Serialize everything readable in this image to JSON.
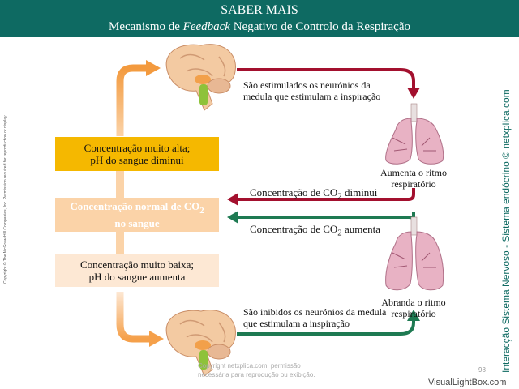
{
  "header": {
    "title": "SABER MAIS",
    "subtitle_before": "Mecanismo de ",
    "subtitle_italic": "Feedback",
    "subtitle_after": " Negativo de Controlo da Respiração"
  },
  "boxes": {
    "high": {
      "line1": "Concentração muito alta;",
      "line2": "pH do sangue diminui"
    },
    "normal": {
      "line1": "Concentração normal de CO",
      "line1_sub": "2",
      "line2": "no sangue"
    },
    "low": {
      "line1": "Concentração muito baixa;",
      "line2": "pH do sangue aumenta"
    }
  },
  "labels": {
    "top_stimulated_1": "São estimulados os neurónios da",
    "top_stimulated_2": "medula que estimulam a inspiração",
    "lung_top_1": "Aumenta o ritmo",
    "lung_top_2": "respiratório",
    "co2_decreases_pre": "Concentração de CO",
    "co2_decreases_sub": "2",
    "co2_decreases_post": " diminui",
    "co2_increases_pre": "Concentração de CO",
    "co2_increases_sub": "2",
    "co2_increases_post": " aumenta",
    "lung_bottom_1": "Abranda o ritmo",
    "lung_bottom_2": "respiratório",
    "bottom_inhibited_1": "São inibidos os neurónios da medula",
    "bottom_inhibited_2": "que estimulam a inspiração"
  },
  "side_text_right": "Interacção Sistema Nervoso - Sistema endócrino © netxplica.com",
  "side_text_left": "Copyright © The McGraw-Hill Companies, Inc. Permission required for reproduction or display.",
  "watermark_1": "Copyright netxplica.com: permissão",
  "watermark_2": "necessária para reprodução ou exibição.",
  "page_number": "98",
  "site": "VisualLightBox.com",
  "colors": {
    "header": "#0e6a62",
    "orange": "#f5a04a",
    "red_arrow": "#a3102e",
    "green_arrow": "#1e7a52",
    "box_high": "#f5b800",
    "box_normal": "#fbd3a8",
    "box_low": "#fde8d4"
  }
}
